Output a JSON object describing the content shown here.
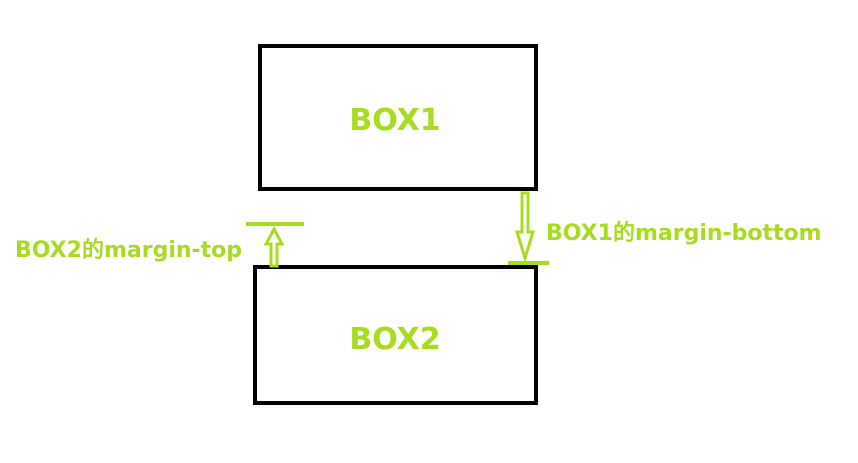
{
  "colors": {
    "box_border": "#000000",
    "accent": "#a8dc20",
    "background": "#ffffff"
  },
  "box1": {
    "label": "BOX1"
  },
  "box2": {
    "label": "BOX2"
  },
  "annotations": {
    "box1_margin_label": "BOX1的margin-bottom",
    "box2_margin_label": "BOX2的margin-top"
  }
}
